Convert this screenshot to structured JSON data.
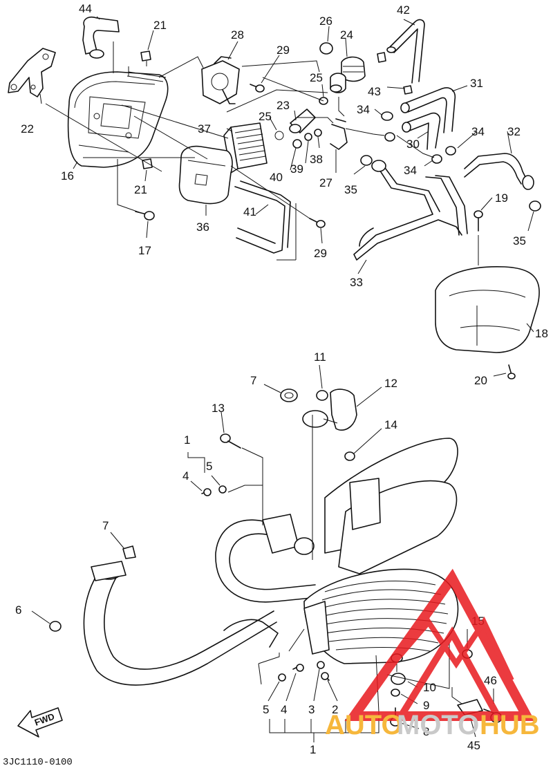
{
  "callouts": [
    {
      "id": "c44",
      "text": "44"
    },
    {
      "id": "c21a",
      "text": "21"
    },
    {
      "id": "c28",
      "text": "28"
    },
    {
      "id": "c29a",
      "text": "29"
    },
    {
      "id": "c26",
      "text": "26"
    },
    {
      "id": "c24",
      "text": "24"
    },
    {
      "id": "c42",
      "text": "42"
    },
    {
      "id": "c25a",
      "text": "25"
    },
    {
      "id": "c43",
      "text": "43"
    },
    {
      "id": "c31",
      "text": "31"
    },
    {
      "id": "c22",
      "text": "22"
    },
    {
      "id": "c23",
      "text": "23"
    },
    {
      "id": "c34a",
      "text": "34"
    },
    {
      "id": "c25b",
      "text": "25"
    },
    {
      "id": "c37",
      "text": "37"
    },
    {
      "id": "c34b",
      "text": "34"
    },
    {
      "id": "c32",
      "text": "32"
    },
    {
      "id": "c30",
      "text": "30"
    },
    {
      "id": "c38",
      "text": "38"
    },
    {
      "id": "c39",
      "text": "39"
    },
    {
      "id": "c40",
      "text": "40"
    },
    {
      "id": "c34c",
      "text": "34"
    },
    {
      "id": "c16",
      "text": "16"
    },
    {
      "id": "c21b",
      "text": "21"
    },
    {
      "id": "c27",
      "text": "27"
    },
    {
      "id": "c35a",
      "text": "35"
    },
    {
      "id": "c19",
      "text": "19"
    },
    {
      "id": "c41",
      "text": "41"
    },
    {
      "id": "c35b",
      "text": "35"
    },
    {
      "id": "c36",
      "text": "36"
    },
    {
      "id": "c29b",
      "text": "29"
    },
    {
      "id": "c17",
      "text": "17"
    },
    {
      "id": "c33",
      "text": "33"
    },
    {
      "id": "c18",
      "text": "18"
    },
    {
      "id": "c20",
      "text": "20"
    },
    {
      "id": "c11",
      "text": "11"
    },
    {
      "id": "c7a",
      "text": "7"
    },
    {
      "id": "c12",
      "text": "12"
    },
    {
      "id": "c13",
      "text": "13"
    },
    {
      "id": "c14",
      "text": "14"
    },
    {
      "id": "c1a",
      "text": "1"
    },
    {
      "id": "c5a",
      "text": "5"
    },
    {
      "id": "c4a",
      "text": "4"
    },
    {
      "id": "c7b",
      "text": "7"
    },
    {
      "id": "c6",
      "text": "6"
    },
    {
      "id": "c15",
      "text": "15"
    },
    {
      "id": "c46",
      "text": "46"
    },
    {
      "id": "c10",
      "text": "10"
    },
    {
      "id": "c9",
      "text": "9"
    },
    {
      "id": "c5b",
      "text": "5"
    },
    {
      "id": "c4b",
      "text": "4"
    },
    {
      "id": "c3",
      "text": "3"
    },
    {
      "id": "c2",
      "text": "2"
    },
    {
      "id": "c8",
      "text": "8"
    },
    {
      "id": "c45",
      "text": "45"
    },
    {
      "id": "c1b",
      "text": "1"
    }
  ],
  "fwd_label": "FWD",
  "diagram_code": "3JC1110-0100",
  "watermark": {
    "part1": "AUTO",
    "part2": "MOTO",
    "part3": "HUB",
    "accent_color": "#e8191e",
    "gold_color": "#f6b73c"
  }
}
